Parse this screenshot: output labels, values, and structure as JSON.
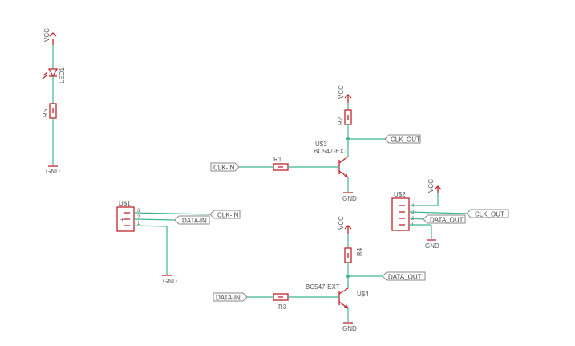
{
  "supply": {
    "vcc": "VCC",
    "gnd": "GND"
  },
  "parts": {
    "led1": "LED1",
    "r5": "R5",
    "r1": "R1",
    "r2": "R2",
    "r3": "R3",
    "r4": "R4",
    "q3_name": "U$3",
    "q3_value": "BC547-EXT",
    "q4_name": "U$4",
    "q4_value": "BC547-EXT",
    "j1": "U$1",
    "j2": "U$2"
  },
  "nets": {
    "clk_in": "CLK-IN",
    "clk_out": "CLK_OUT",
    "data_in": "DATA-IN",
    "data_out": "DATA_OUT"
  },
  "pins": {
    "j1": [
      "3",
      "2",
      "1"
    ],
    "j2": [
      "4",
      "3",
      "2",
      "1"
    ]
  },
  "colors": {
    "wire": "#3fb68b",
    "symbol": "#c0262d",
    "text": "#555555"
  }
}
